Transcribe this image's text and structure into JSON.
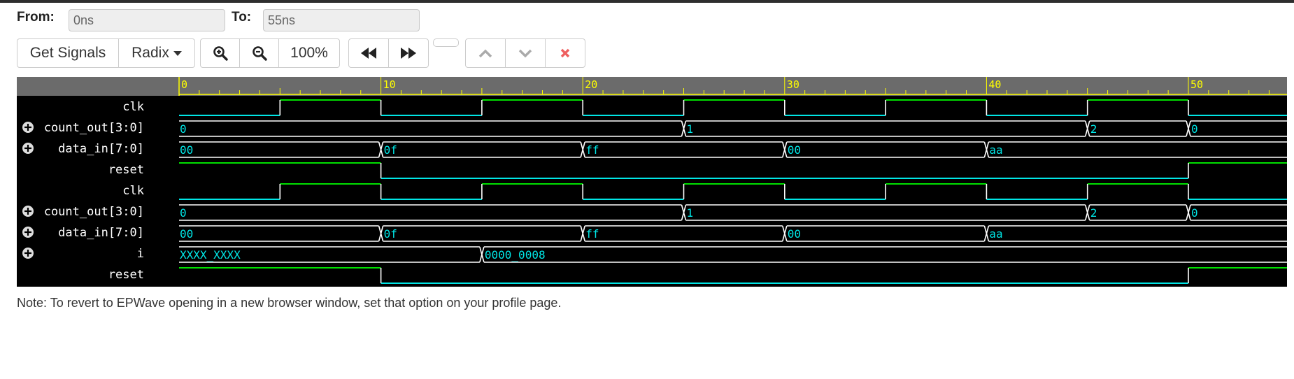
{
  "range": {
    "from_label": "From:",
    "from_value": "0ns",
    "to_label": "To:",
    "to_value": "55ns"
  },
  "toolbar": {
    "get_signals": "Get Signals",
    "radix": "Radix",
    "zoom_level": "100%",
    "icons": [
      "zoom-in-icon",
      "zoom-out-icon",
      "rewind-icon",
      "fast-forward-icon",
      "chevron-up-icon",
      "chevron-down-icon",
      "close-icon"
    ]
  },
  "waveform": {
    "time_range": [
      0,
      55
    ],
    "ticks": [
      "0",
      "10",
      "20",
      "30",
      "40",
      "50"
    ],
    "colors": {
      "high": "#00e000",
      "low": "#00e6e6",
      "bus": "#ffffff",
      "bus_text": "#00e6e6",
      "ruler": "#ffff00",
      "label": "#ffffff",
      "background": "#000000",
      "header": "#6b6b6b"
    },
    "signals": [
      {
        "name": "clk",
        "type": "bit",
        "expandable": false,
        "changes": [
          [
            0,
            0
          ],
          [
            5,
            1
          ],
          [
            10,
            0
          ],
          [
            15,
            1
          ],
          [
            20,
            0
          ],
          [
            25,
            1
          ],
          [
            30,
            0
          ],
          [
            35,
            1
          ],
          [
            40,
            0
          ],
          [
            45,
            1
          ],
          [
            50,
            0
          ]
        ]
      },
      {
        "name": "count_out[3:0]",
        "type": "bus",
        "expandable": true,
        "segments": [
          [
            0,
            "0"
          ],
          [
            25,
            "1"
          ],
          [
            45,
            "2"
          ],
          [
            50,
            "0"
          ]
        ]
      },
      {
        "name": "data_in[7:0]",
        "type": "bus",
        "expandable": true,
        "segments": [
          [
            0,
            "00"
          ],
          [
            10,
            "0f"
          ],
          [
            20,
            "ff"
          ],
          [
            30,
            "00"
          ],
          [
            40,
            "aa"
          ]
        ]
      },
      {
        "name": "reset",
        "type": "bit",
        "expandable": false,
        "changes": [
          [
            0,
            1
          ],
          [
            10,
            0
          ],
          [
            50,
            1
          ]
        ]
      },
      {
        "name": "clk",
        "type": "bit",
        "expandable": false,
        "changes": [
          [
            0,
            0
          ],
          [
            5,
            1
          ],
          [
            10,
            0
          ],
          [
            15,
            1
          ],
          [
            20,
            0
          ],
          [
            25,
            1
          ],
          [
            30,
            0
          ],
          [
            35,
            1
          ],
          [
            40,
            0
          ],
          [
            45,
            1
          ],
          [
            50,
            0
          ]
        ]
      },
      {
        "name": "count_out[3:0]",
        "type": "bus",
        "expandable": true,
        "segments": [
          [
            0,
            "0"
          ],
          [
            25,
            "1"
          ],
          [
            45,
            "2"
          ],
          [
            50,
            "0"
          ]
        ]
      },
      {
        "name": "data_in[7:0]",
        "type": "bus",
        "expandable": true,
        "segments": [
          [
            0,
            "00"
          ],
          [
            10,
            "0f"
          ],
          [
            20,
            "ff"
          ],
          [
            30,
            "00"
          ],
          [
            40,
            "aa"
          ]
        ]
      },
      {
        "name": "i",
        "type": "bus",
        "expandable": true,
        "segments": [
          [
            0,
            "XXXX_XXXX"
          ],
          [
            15,
            "0000_0008"
          ]
        ]
      },
      {
        "name": "reset",
        "type": "bit",
        "expandable": false,
        "changes": [
          [
            0,
            1
          ],
          [
            10,
            0
          ],
          [
            50,
            1
          ]
        ]
      }
    ]
  },
  "note": "Note: To revert to EPWave opening in a new browser window, set that option on your profile page."
}
